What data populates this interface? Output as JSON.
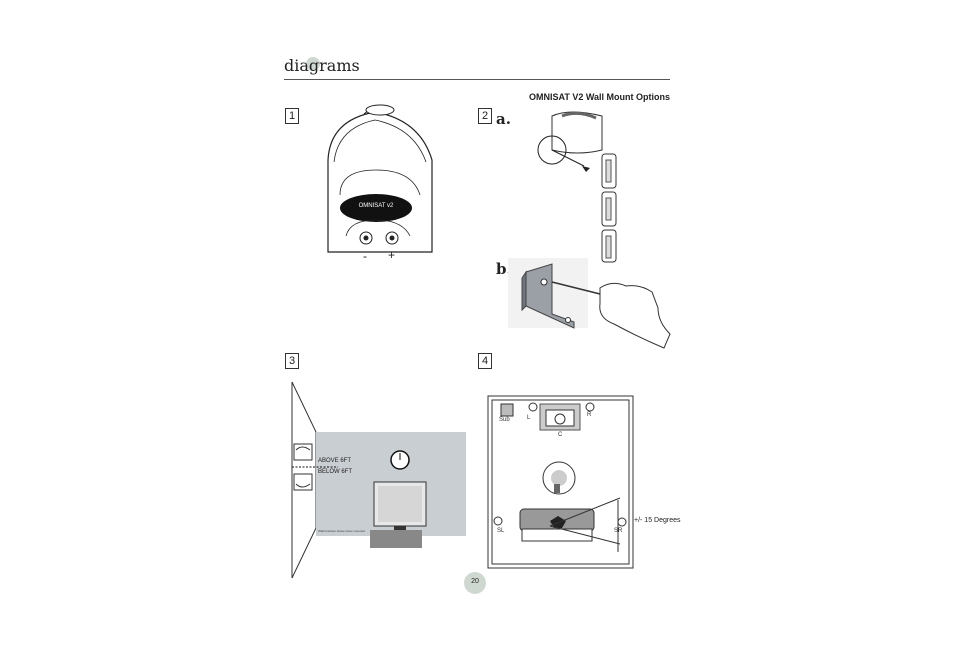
{
  "header": {
    "title": "diagrams"
  },
  "mount_options_title": "OMNISAT V2 Wall Mount Options",
  "figures": {
    "fig1": {
      "number": "1",
      "brand": "OMNISAT v2",
      "polarity_minus": "-",
      "polarity_plus": "+"
    },
    "fig2": {
      "number": "2",
      "step_a": "a.",
      "step_b": "b."
    },
    "fig3": {
      "number": "3",
      "above_label": "ABOVE 6FT",
      "below_label": "BELOW 6FT",
      "fine_print": "Wall brackets below show mounted"
    },
    "fig4": {
      "number": "4",
      "labels": {
        "sub": "Sub",
        "l": "L",
        "r": "R",
        "c": "C",
        "sl": "SL",
        "sr": "SR"
      },
      "angle_note": "+/- 15 Degrees"
    }
  },
  "footer": {
    "page_number": "20"
  },
  "colors": {
    "wall_gray": "#c9ced2",
    "accent_circle": "#cfd8d0"
  }
}
